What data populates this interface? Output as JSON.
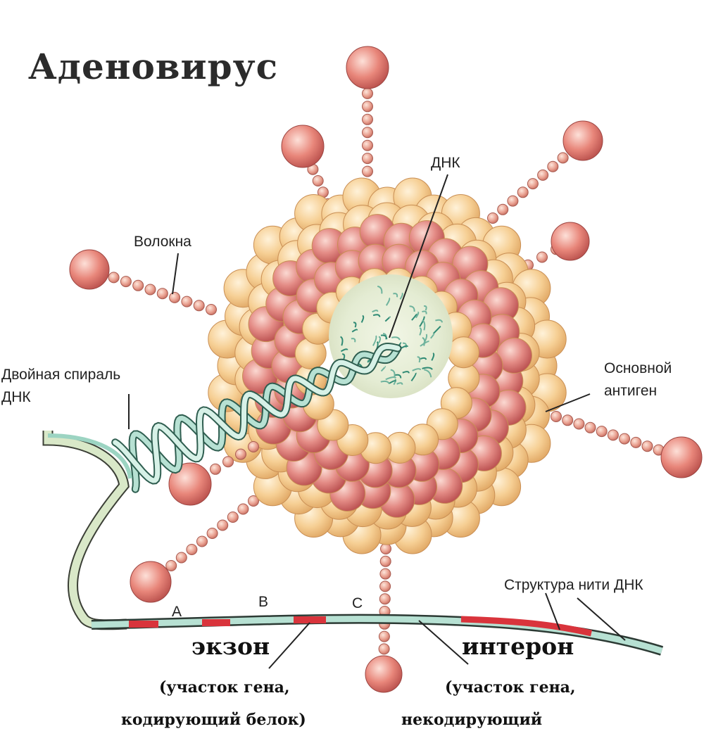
{
  "title": "Аденовирус",
  "labels": {
    "dna": "ДНК",
    "fibers": "Волокна",
    "double_helix_line1": "Двойная спираль",
    "double_helix_line2": "ДНК",
    "main_antigen_line1": "Основной",
    "main_antigen_line2": "антиген",
    "dna_strand_structure": "Структура нити ДНК",
    "marker_a": "A",
    "marker_b": "B",
    "marker_c": "C",
    "exon": "экзон",
    "exon_desc_line1": "(участок гена,",
    "exon_desc_line2": "кодирующий белок)",
    "intron": "интерон",
    "intron_desc_line1": "(участок гена,",
    "intron_desc_line2": "некодирующий"
  },
  "colors": {
    "outer_capsomere": "#f3c98e",
    "inner_capsomere": "#d9706c",
    "fiber_bead": "#e39a8a",
    "fiber_knob": "#e27a70",
    "core": "#eaf1df",
    "dna_strand": "#b7e1d3",
    "exon_segment": "#d9343c"
  }
}
